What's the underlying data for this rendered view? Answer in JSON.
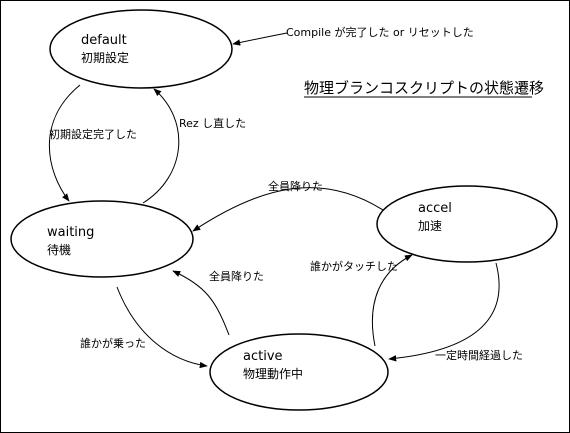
{
  "diagram": {
    "title": "物理ブランコスクリプトの状態遷移",
    "states": {
      "default": {
        "name": "default",
        "sub": "初期設定"
      },
      "waiting": {
        "name": "waiting",
        "sub": "待機"
      },
      "accel": {
        "name": "accel",
        "sub": "加速"
      },
      "active": {
        "name": "active",
        "sub": "物理動作中"
      }
    },
    "transitions": {
      "compile_reset": "Compile が完了した or リセットした",
      "init_done": "初期設定完了した",
      "rez": "Rez し直した",
      "accel_to_waiting": "全員降りた",
      "waiting_to_active": "誰かが乗った",
      "active_to_waiting": "全員降りた",
      "active_to_accel": "誰かがタッチした",
      "accel_to_active": "一定時間経過した"
    },
    "colors": {
      "line": "#000000",
      "background": "#ffffff"
    }
  }
}
